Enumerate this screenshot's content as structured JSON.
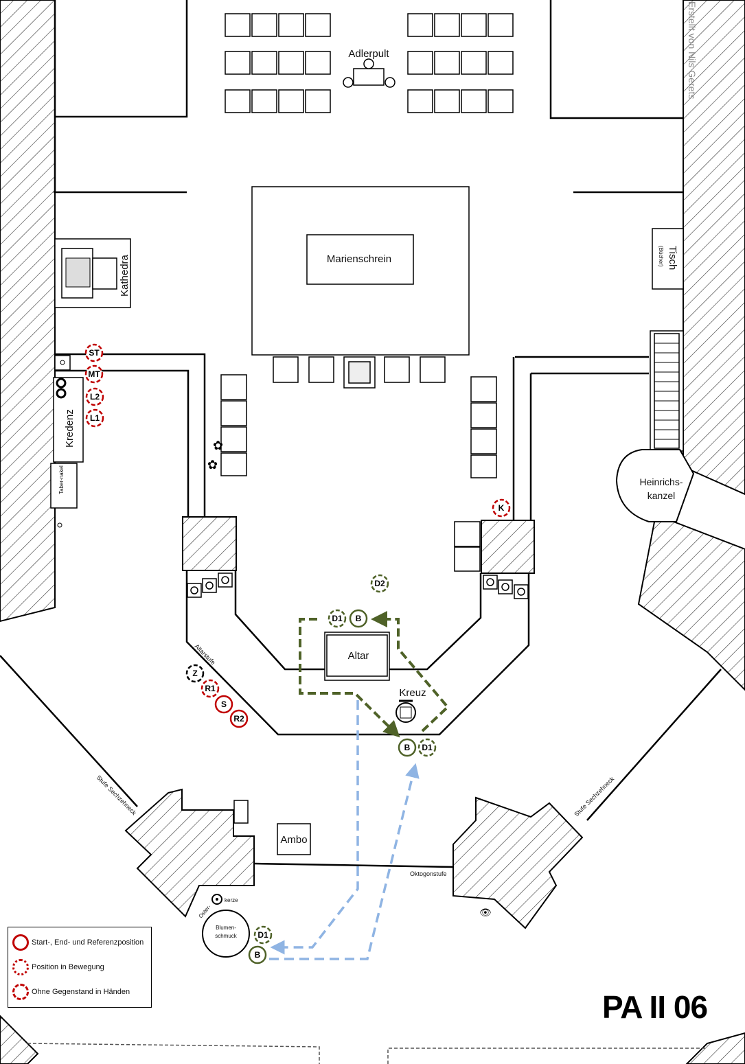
{
  "title": "PA II 06",
  "credit": "Erstellt von Nils Gerets",
  "labels": {
    "adlerpult": "Adlerpult",
    "marienschrein": "Marienschrein",
    "kathedra": "Kathedra",
    "tisch": "Tisch",
    "tisch_sub": "(Bücher)",
    "kredenz": "Kredenz",
    "tabernakel": "Taber-nakel",
    "heinrichskanzel_1": "Heinrichs-",
    "heinrichskanzel_2": "kanzel",
    "altar": "Altar",
    "kreuz": "Kreuz",
    "altarstufe": "Altarstufe",
    "stufe_left": "Stufe Sechzehneck",
    "stufe_right": "Stufe Sechzehneck",
    "ambo": "Ambo",
    "oktogonstufe": "Oktogonstufe",
    "osterkerze_1": "Oster-",
    "osterkerze_2": "kerze",
    "blumenschmuck_1": "Blumen-",
    "blumenschmuck_2": "schmuck"
  },
  "legend": [
    {
      "label": "Start-, End- und Referenzposition",
      "style": "solid"
    },
    {
      "label": "Position in Bewegung",
      "style": "dotted"
    },
    {
      "label": "Ohne Gegenstand in Händen",
      "style": "dashed"
    }
  ],
  "markers": {
    "st": "ST",
    "mt": "MT",
    "l2": "L2",
    "l1": "L1",
    "k": "K",
    "d2": "D2",
    "d1_top": "D1",
    "b_top": "B",
    "z": "Z",
    "r1": "R1",
    "s": "S",
    "r2": "R2",
    "b_mid": "B",
    "d1_mid": "D1",
    "d1_bottom": "D1",
    "b_bottom": "B"
  },
  "colors": {
    "red": "#c00000",
    "green": "#4f6228",
    "blue": "#8fb4e3",
    "black": "#000000"
  }
}
